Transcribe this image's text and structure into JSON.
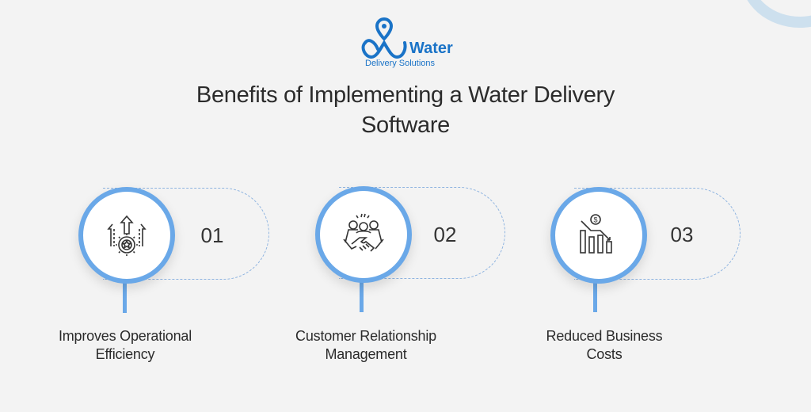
{
  "logo": {
    "name": "Water",
    "subtitle": "Delivery Solutions",
    "brand_color": "#1a73c7"
  },
  "title": {
    "line1": "Benefits of Implementing a Water Delivery",
    "line2": "Software"
  },
  "accent_color": "#6aa8e8",
  "benefits": [
    {
      "number": "01",
      "icon": "efficiency-gear-arrows-icon",
      "label_line1": "Improves Operational",
      "label_line2": "Efficiency"
    },
    {
      "number": "02",
      "icon": "handshake-team-icon",
      "label_line1": "Customer Relationship",
      "label_line2": "Management"
    },
    {
      "number": "03",
      "icon": "cost-decrease-chart-icon",
      "label_line1": "Reduced Business",
      "label_line2": "Costs"
    }
  ]
}
